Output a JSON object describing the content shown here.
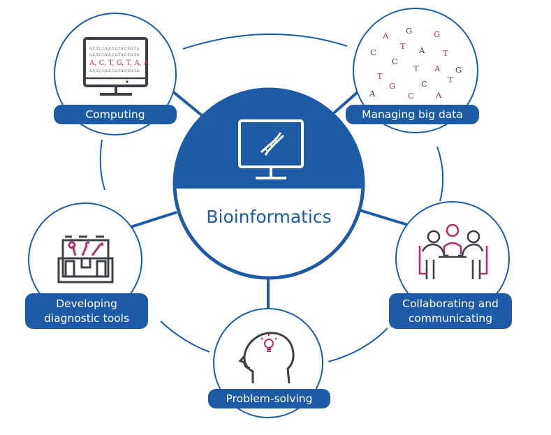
{
  "center": {
    "title": "Bioinformatics"
  },
  "nodes": {
    "computing": {
      "label": "Computing",
      "screen_lines": [
        "A,C,T,C,T,A,A,C,G,T,A,C,T,G,T,A,",
        "A,C,T,C,T,A,A,C,G,T,A,C,T,G,T,A,",
        "A, C, T, G, T, A, A",
        "A,C,T,C,T,A,A,C,G,T,A,C,T,G,T,A,"
      ]
    },
    "big_data": {
      "label": "Managing big data",
      "letters": [
        "A",
        "G",
        "G",
        "T",
        "A",
        "C",
        "T",
        "C",
        "T",
        "A",
        "G",
        "T",
        "G",
        "C",
        "T",
        "A",
        "C",
        "A"
      ]
    },
    "collaborating": {
      "label_line1": "Collaborating and",
      "label_line2": "communicating"
    },
    "problem_solving": {
      "label": "Problem-solving"
    },
    "diagnostic": {
      "label_line1": "Developing",
      "label_line2": "diagnostic tools"
    }
  },
  "colors": {
    "primary_blue": "#1d5ba6",
    "dark_gray": "#3c4046",
    "accent_magenta": "#b3316e",
    "light_stroke": "#1d5ba6"
  }
}
